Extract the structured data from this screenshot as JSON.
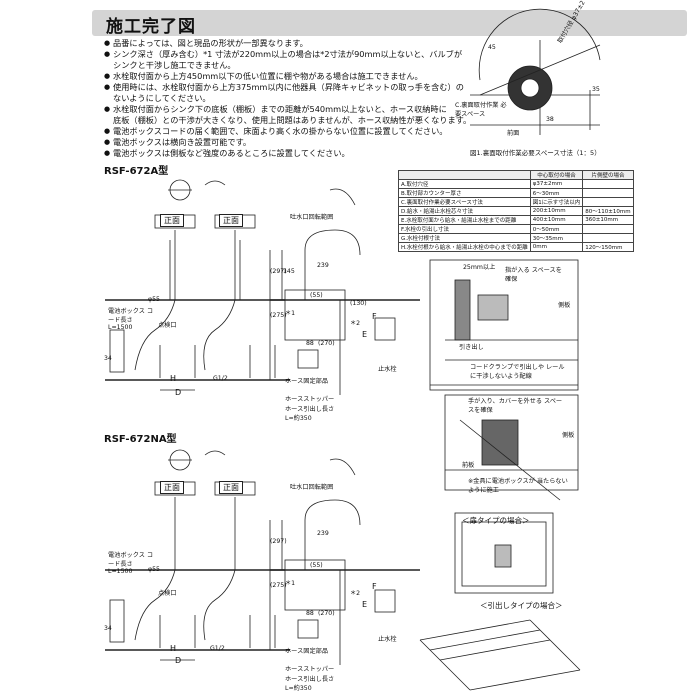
{
  "header": {
    "title": "施工完了図"
  },
  "notes": [
    {
      "text": "品番によっては、図と現品の形状が一部異なります。",
      "bullet": true
    },
    {
      "text": "シンク深さ（厚み含む）*1 寸法が220mm以上の場合は*2寸法が90mm以上ないと、バルブが",
      "bullet": true
    },
    {
      "text": "シンクと干渉し施工できません。",
      "bullet": false
    },
    {
      "text": "水栓取付面から上方450mm以下の低い位置に棚や物がある場合は施工できません。",
      "bullet": true
    },
    {
      "text": "使用時には、水栓取付面から上方375mm以内に他器具（昇降キャビネットの取っ手を含む）の",
      "bullet": true
    },
    {
      "text": "ないようにしてください。",
      "bullet": false
    },
    {
      "text": "水栓取付面からシンク下の底板（棚板）までの距離が540mm以上ないと、ホース収納時に",
      "bullet": true
    },
    {
      "text": "底板（棚板）との干渉が大きくなり、使用上問題はありませんが、ホース収納性が悪くなります。",
      "bullet": false
    },
    {
      "text": "電池ボックスコードの届く範囲で、床面より高く水の掛からない位置に設置してください。",
      "bullet": true
    },
    {
      "text": "電池ボックスは横向き設置可能です。",
      "bullet": true
    },
    {
      "text": "電池ボックスは側板など強度のあるところに設置してください。",
      "bullet": true
    }
  ],
  "figure1": {
    "caption": "図1.裏面取付作業必要スペース寸法（1：5）",
    "labels": {
      "angle": "45",
      "dia": "取付穴径 φ37±2",
      "dim35": "35",
      "space": "C.裏面取付作業 必要スペース",
      "front": "前面",
      "dim38": "38"
    }
  },
  "spec_table": {
    "headers": [
      "",
      "中心取付の場合",
      "片側壁の場合"
    ],
    "rows": [
      [
        "A.取付穴径",
        "φ37±2mm",
        ""
      ],
      [
        "B.取付部カウンター厚さ",
        "6〜30mm",
        ""
      ],
      [
        "C.裏面取付作業必要スペース寸法",
        "図1に示す寸法以内",
        ""
      ],
      [
        "D.給水・給湯止水栓芯々寸法",
        "200±10mm",
        "80〜110±10mm"
      ],
      [
        "E.水栓取付面から給水・給湯止水栓までの距離",
        "400±10mm",
        "360±10mm"
      ],
      [
        "F.水栓の引出し寸法",
        "0〜50mm",
        ""
      ],
      [
        "G.水栓付根寸法",
        "30〜35mm",
        ""
      ],
      [
        "H.水栓付根から給水・給湯止水栓の中心までの距離",
        "0mm",
        "120〜150mm"
      ]
    ]
  },
  "models": [
    {
      "name": "RSF-672A型"
    },
    {
      "name": "RSF-672NA型"
    }
  ],
  "diagram_labels": {
    "front": "正面",
    "phi55": "φ55",
    "battery_box": "電池ボックス コード長さ L=1500",
    "inspection": "点検口",
    "d": "D",
    "h": "H",
    "g12": "G1/2",
    "dim34": "34",
    "dim239": "239",
    "dim55": "(55)",
    "dim297": "(297)",
    "dim275": "(275)",
    "dim270": "(270)",
    "dim145": "145",
    "dim88": "88",
    "dim130": "(130)",
    "mark1": "＊1",
    "mark2": "＊2",
    "e": "E",
    "f": "F",
    "stopvalve": "止水栓",
    "hose_fix": "ホース固定部品",
    "hose_stopper": "ホースストッパー",
    "hose_len": "ホース引出し長さ L=約350",
    "rotation": "吐水口回転範囲"
  },
  "right_panel": {
    "gap": "25mm以上",
    "finger_space": "指が入る スペースを確保",
    "side_panel": "側板",
    "pull": "引き出し",
    "cord_clamp": "コードクランプで引出しや レールに干渉しないよう配線",
    "hand_space": "手が入り、カバーを外せる スペースを確保",
    "front_panel": "前板",
    "side_panel2": "側板",
    "caution": "※金具に電池ボックスが 当たらないように施工",
    "door_type": "＜扉タイプの場合＞",
    "drawer_type": "＜引出しタイプの場合＞"
  }
}
